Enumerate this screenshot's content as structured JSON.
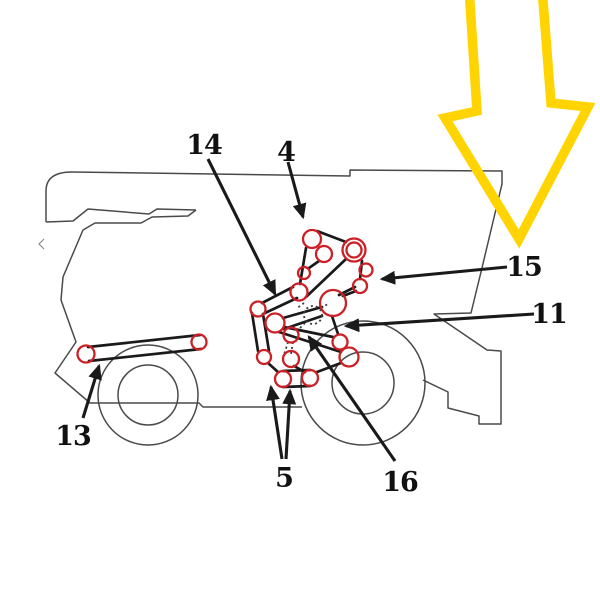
{
  "diagram": {
    "type": "parts-callout-diagram",
    "subject": "combine harvester side view belt and pulley routing diagram",
    "background_color": "#ffffff",
    "colors": {
      "machine_outline": "#4a4a4a",
      "belt_line": "#1a1a1a",
      "pulley_stroke": "#cb2026",
      "label_text": "#111111",
      "highlight_arrow": "#ffd400"
    },
    "icons": {
      "highlight_arrow": "large hollow yellow arrow pointing down toward pulley group 15"
    },
    "callouts": {
      "c14": {
        "number": "14"
      },
      "c4": {
        "number": "4"
      },
      "c15": {
        "number": "15"
      },
      "c11": {
        "number": "11"
      },
      "c13": {
        "number": "13"
      },
      "c5": {
        "number": "5"
      },
      "c16": {
        "number": "16"
      }
    }
  }
}
